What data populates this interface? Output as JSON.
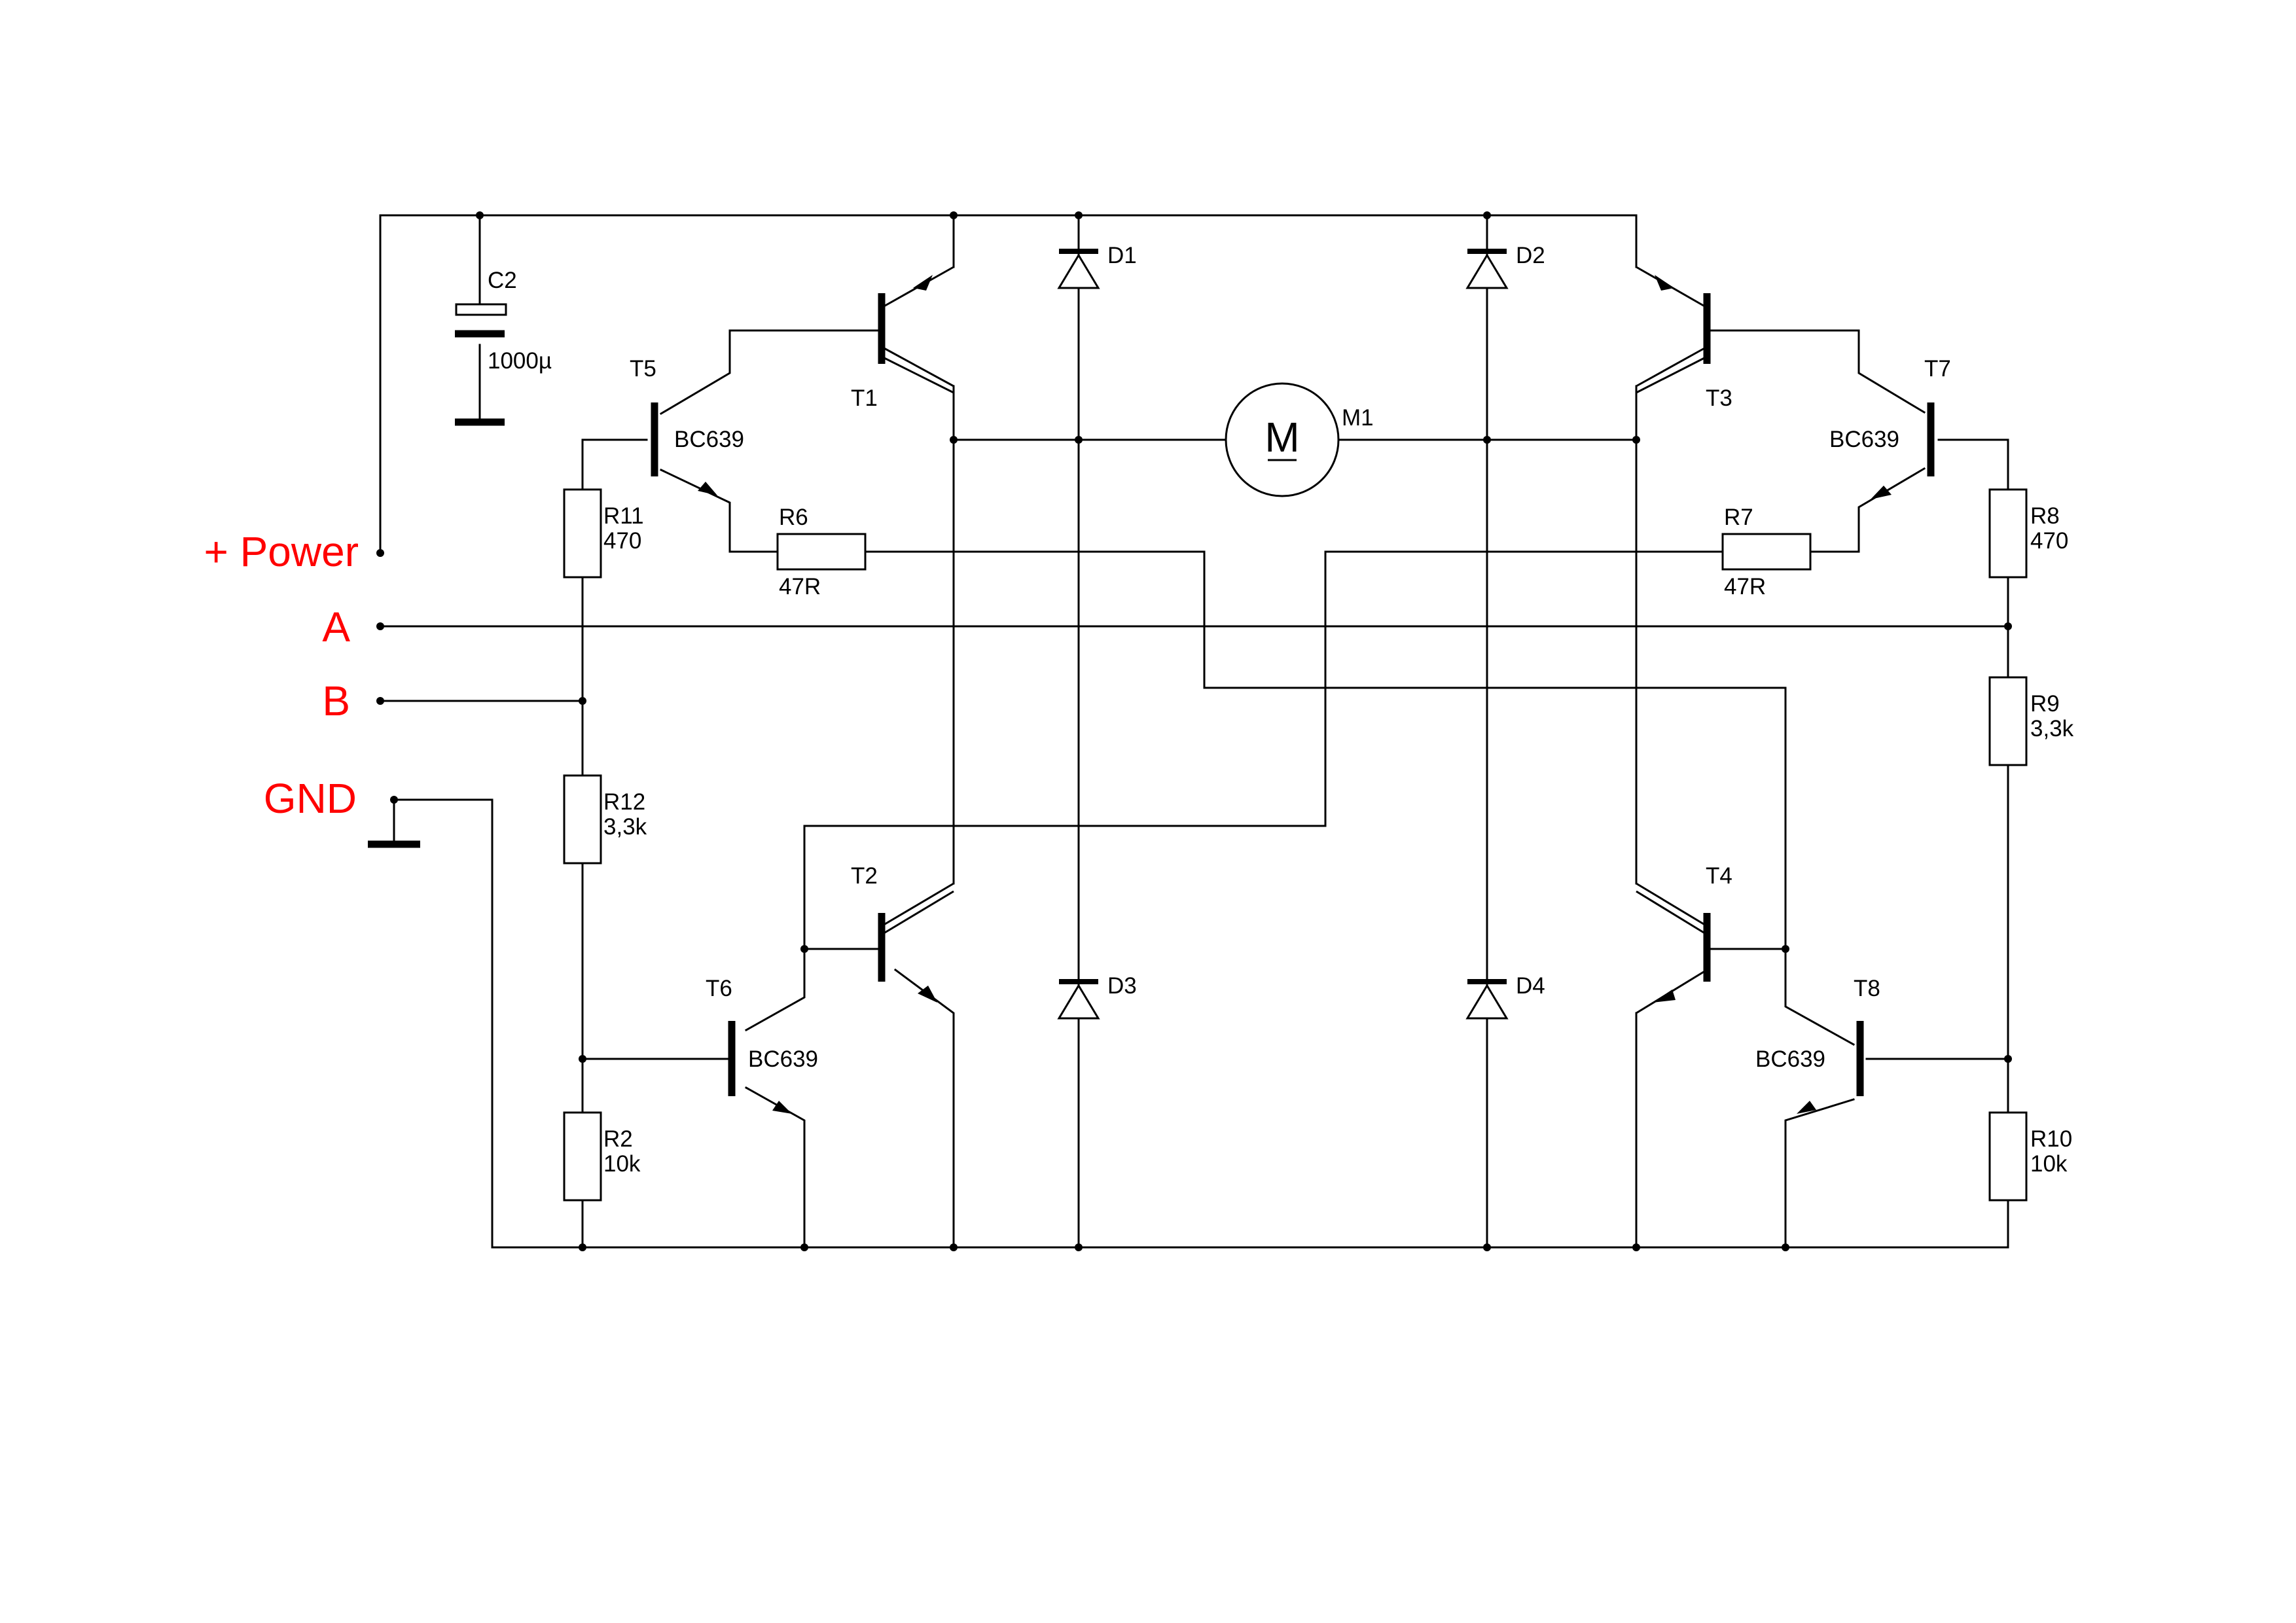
{
  "terminals": {
    "power": "+  Power",
    "a": "A",
    "b": "B",
    "gnd": "GND"
  },
  "components": {
    "c2": {
      "ref": "C2",
      "value": "1000µ"
    },
    "m1": {
      "ref": "M1",
      "symbol": "M"
    },
    "t1": {
      "ref": "T1"
    },
    "t2": {
      "ref": "T2"
    },
    "t3": {
      "ref": "T3"
    },
    "t4": {
      "ref": "T4"
    },
    "t5": {
      "ref": "T5",
      "value": "BC639"
    },
    "t6": {
      "ref": "T6",
      "value": "BC639"
    },
    "t7": {
      "ref": "T7",
      "value": "BC639"
    },
    "t8": {
      "ref": "T8",
      "value": "BC639"
    },
    "d1": {
      "ref": "D1"
    },
    "d2": {
      "ref": "D2"
    },
    "d3": {
      "ref": "D3"
    },
    "d4": {
      "ref": "D4"
    },
    "r2": {
      "ref": "R2",
      "value": "10k"
    },
    "r6": {
      "ref": "R6",
      "value": "47R"
    },
    "r7": {
      "ref": "R7",
      "value": "47R"
    },
    "r8": {
      "ref": "R8",
      "value": "470"
    },
    "r9": {
      "ref": "R9",
      "value": "3,3k"
    },
    "r10": {
      "ref": "R10",
      "value": "10k"
    },
    "r11": {
      "ref": "R11",
      "value": "470"
    },
    "r12": {
      "ref": "R12",
      "value": "3,3k"
    }
  },
  "colors": {
    "wire": "#000000",
    "terminal_label": "#ff0000",
    "background": "#ffffff"
  }
}
